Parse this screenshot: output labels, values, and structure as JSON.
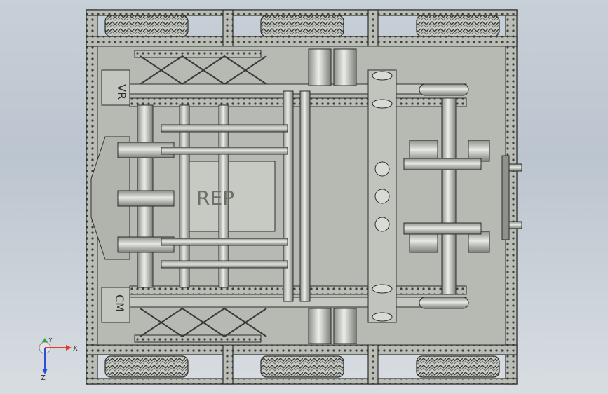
{
  "viewport": {
    "background_top": "#c7cfd7",
    "background_bottom": "#d8dde2",
    "model_color": "#b8bcb4",
    "edge_color": "#2d2f2c"
  },
  "model": {
    "stamped_text_rear_left": "VR",
    "stamped_text_front_left": "CM",
    "plate_text": "REP"
  },
  "triad": {
    "x_label": "X",
    "y_label": "Y",
    "z_label": "Z",
    "x_color": "#e23b2e",
    "y_color": "#2aa84a",
    "z_color": "#2b4fd8"
  }
}
